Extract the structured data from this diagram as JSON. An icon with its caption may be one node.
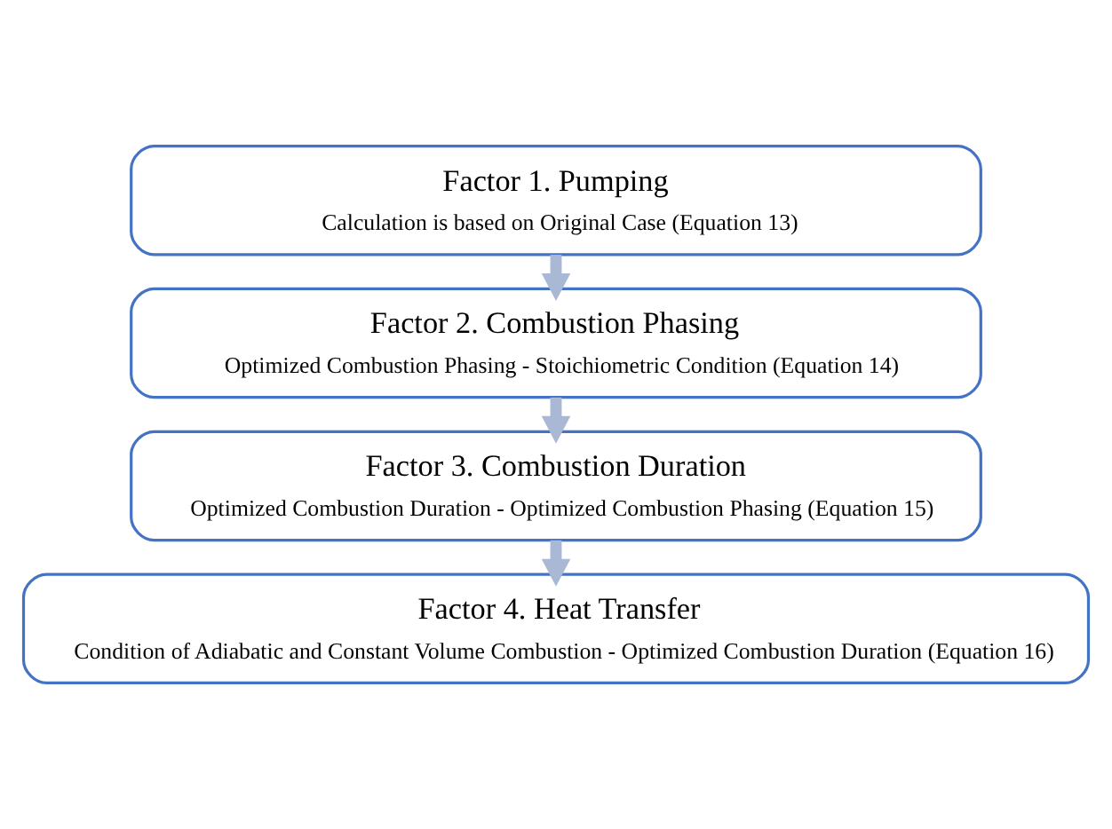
{
  "diagram": {
    "nodes": [
      {
        "text": [
          "Factor 1. Pumping",
          "Calculation is based on Original Case (Equation 13)"
        ]
      },
      {
        "text": [
          "Factor 2. Combustion Phasing",
          "Optimized Combustion Phasing - Stoichiometric Condition (Equation 14)"
        ]
      },
      {
        "text": [
          "Factor 3. Combustion Duration",
          "Optimized Combustion Duration - Optimized Combustion Phasing (Equation 15)"
        ]
      },
      {
        "text": [
          "Factor 4. Heat Transfer",
          "Condition of Adiabatic and Constant Volume Combustion - Optimized Combustion Duration (Equation 16)"
        ]
      }
    ],
    "edges": [
      {
        "from": 0,
        "to": 1,
        "arrow": "to"
      },
      {
        "from": 1,
        "to": 2,
        "arrow": "to"
      },
      {
        "from": 2,
        "to": 3,
        "arrow": "to"
      }
    ]
  }
}
